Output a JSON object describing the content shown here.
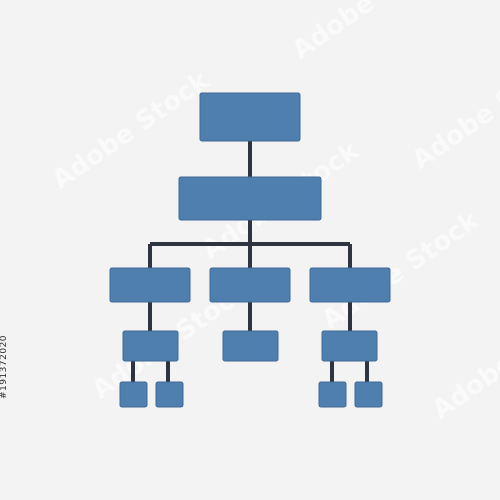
{
  "colors": {
    "background": "#f3f3f3",
    "box_fill": "#4f7fae",
    "box_stroke": "#3f6995",
    "connector": "#2e3440",
    "watermark": "#ffffff"
  },
  "diagram": {
    "type": "org-chart",
    "levels": [
      {
        "level": 1,
        "node_count": 1
      },
      {
        "level": 2,
        "node_count": 1
      },
      {
        "level": 3,
        "node_count": 3
      },
      {
        "level": 4,
        "node_count": 3
      },
      {
        "level": 5,
        "node_count": 4
      }
    ]
  },
  "watermark": {
    "text": "Adobe Stock"
  },
  "stock_id": "#191372020"
}
